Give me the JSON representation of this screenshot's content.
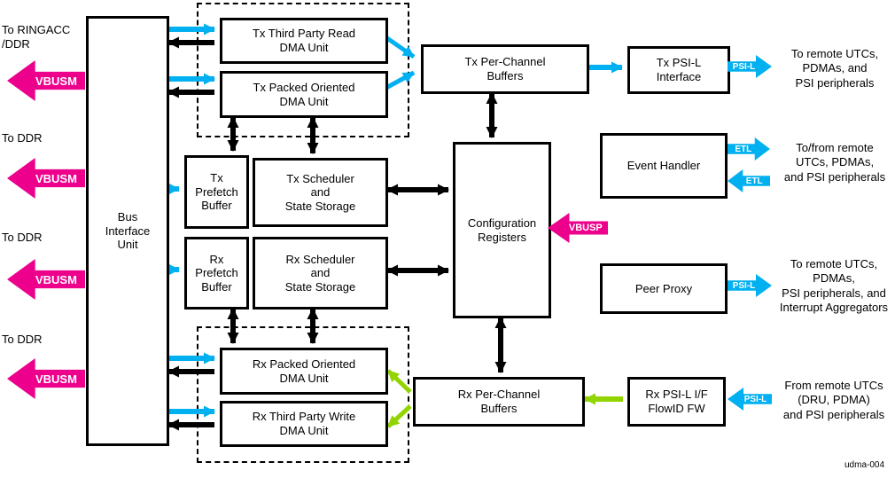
{
  "figure_id": "udma-004",
  "colors": {
    "vbus_pink": "#EC008C",
    "data_cyan": "#00B0F0",
    "rx_green": "#92D400",
    "wire_black": "#000000"
  },
  "left_labels": [
    "To RINGACC\n/DDR",
    "To DDR",
    "To DDR",
    "To DDR"
  ],
  "bus_labels": {
    "vbusm": "VBUSM",
    "vbusp": "VBUSP"
  },
  "flow_labels": {
    "psil": "PSI-L",
    "etl": "ETL"
  },
  "boxes": {
    "biu": "Bus\nInterface\nUnit",
    "tx_third_party": "Tx Third Party Read\nDMA Unit",
    "tx_packed": "Tx Packed Oriented\nDMA Unit",
    "tx_prefetch": "Tx\nPrefetch\nBuffer",
    "tx_scheduler": "Tx Scheduler\nand\nState Storage",
    "rx_prefetch": "Rx\nPrefetch\nBuffer",
    "rx_scheduler": "Rx Scheduler\nand\nState Storage",
    "rx_packed": "Rx Packed Oriented\nDMA Unit",
    "rx_third_party": "Rx Third Party Write\nDMA Unit",
    "tx_buffers": "Tx Per-Channel\nBuffers",
    "config_registers": "Configuration\nRegisters",
    "rx_buffers": "Rx Per-Channel\nBuffers",
    "tx_psil": "Tx PSI-L\nInterface",
    "event_handler": "Event Handler",
    "peer_proxy": "Peer Proxy",
    "rx_psil": "Rx PSI-L I/F\nFlowID FW"
  },
  "annotations": [
    "To remote UTCs,\nPDMAs, and\nPSI peripherals",
    "To/from remote\nUTCs, PDMAs,\nand PSI peripherals",
    "To remote UTCs,\nPDMAs,\nPSI peripherals, and\nInterrupt Aggregators",
    "From remote UTCs\n(DRU, PDMA)\nand PSI peripherals"
  ]
}
